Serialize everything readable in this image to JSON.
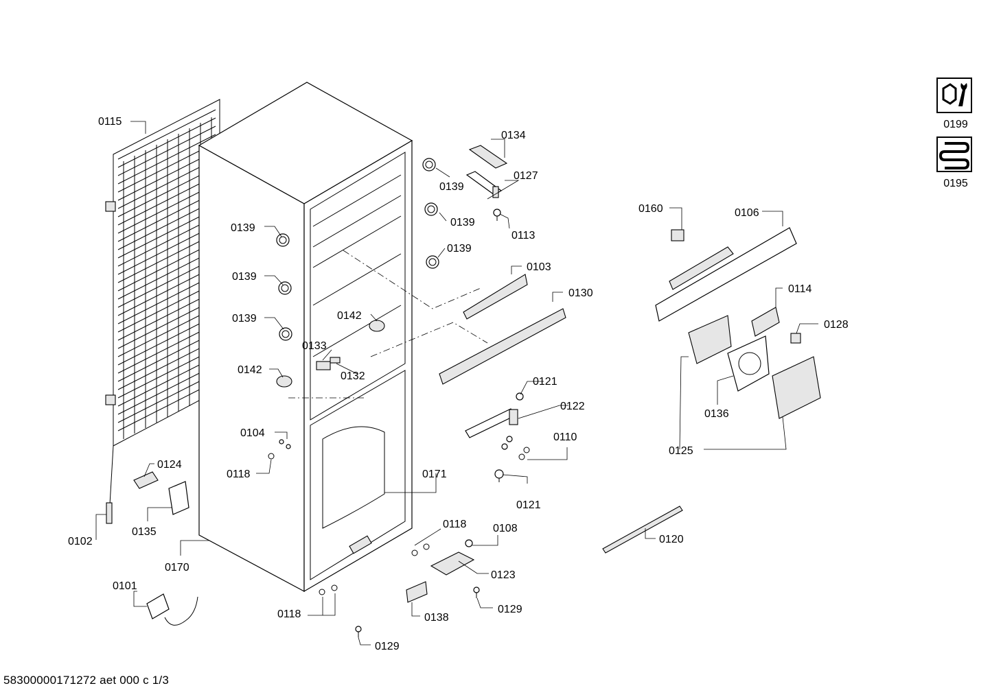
{
  "footer": {
    "doc_code": "58300000171272 aet 000 c 1/3"
  },
  "symbols": [
    {
      "label": "0199",
      "icon": "tool-wrench-icon"
    },
    {
      "label": "0195",
      "icon": "coil-heater-icon"
    }
  ],
  "labels": {
    "p0115": "0115",
    "p0134": "0134",
    "p0127": "0127",
    "p0139a": "0139",
    "p0139b": "0139",
    "p0139c": "0139",
    "p0139d": "0139",
    "p0139e": "0139",
    "p0139f": "0139",
    "p0113": "0113",
    "p0160": "0160",
    "p0106": "0106",
    "p0103": "0103",
    "p0130": "0130",
    "p0142a": "0142",
    "p0142b": "0142",
    "p0133": "0133",
    "p0132": "0132",
    "p0114": "0114",
    "p0128": "0128",
    "p0121a": "0121",
    "p0122": "0122",
    "p0110": "0110",
    "p0121b": "0121",
    "p0104": "0104",
    "p0118a": "0118",
    "p0124": "0124",
    "p0135": "0135",
    "p0102": "0102",
    "p0171": "0171",
    "p0136": "0136",
    "p0125": "0125",
    "p0170": "0170",
    "p0118b": "0118",
    "p0108": "0108",
    "p0123": "0123",
    "p0120": "0120",
    "p0101": "0101",
    "p0118c": "0118",
    "p0138": "0138",
    "p0129a": "0129",
    "p0129b": "0129"
  }
}
